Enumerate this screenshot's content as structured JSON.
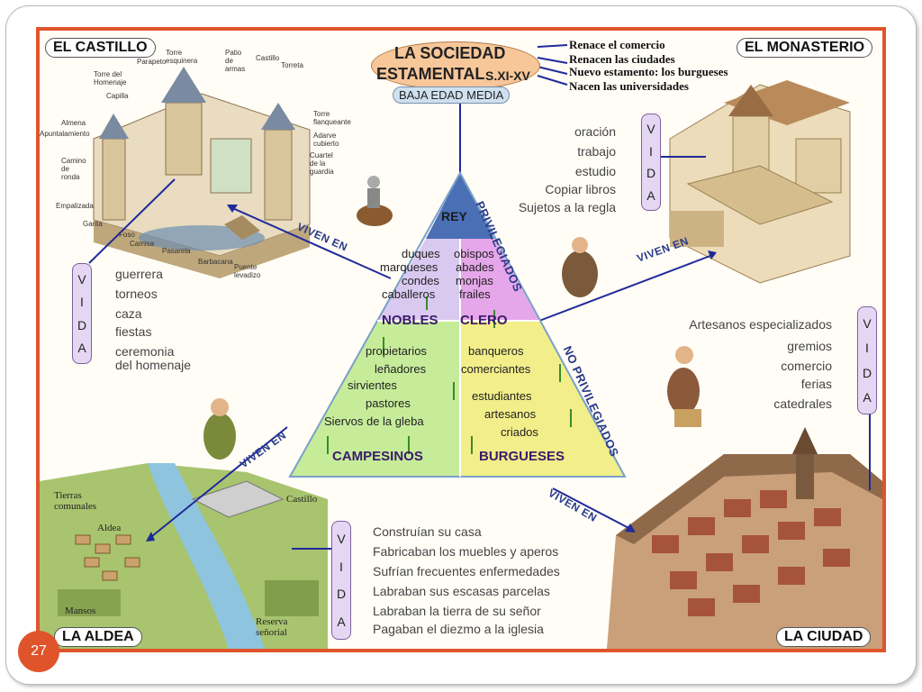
{
  "page_number": "27",
  "title": {
    "line1": "LA SOCIEDAD",
    "line2": "ESTAMENTAL",
    "period": "S.XI-XV",
    "subtitle": "BAJA EDAD MEDIA"
  },
  "features": [
    "Renace el comercio",
    "Renacen las ciudades",
    "Nuevo estamento: los burgueses",
    "Nacen las universidades"
  ],
  "places": {
    "castle": "EL CASTILLO",
    "monastery": "EL MONASTERIO",
    "village": "LA ALDEA",
    "city": "LA CIUDAD"
  },
  "castle_parts": [
    "Torre esquinera",
    "Patio de armas",
    "Castillo",
    "Parapeto",
    "Torreta",
    "Torre del Homenaje",
    "Capilla",
    "Almena",
    "Apuntalamiento",
    "Torre flanqueante",
    "Adarve cubierto",
    "Cuartel de la guardia",
    "Camino de ronda",
    "Empalizada",
    "Garita",
    "Foso",
    "Camisa",
    "Pasarela",
    "Barbacana",
    "Puente levadizo"
  ],
  "village_labels": [
    "Tierras comunales",
    "Castillo",
    "Aldea",
    "Mansos",
    "Reserva señorial"
  ],
  "vida_letters": [
    "V",
    "I",
    "D",
    "A"
  ],
  "vida": {
    "castle": [
      "guerrera",
      "torneos",
      "caza",
      "fiestas",
      "ceremonia",
      "del homenaje"
    ],
    "monastery": [
      "oración",
      "trabajo",
      "estudio",
      "Copiar libros",
      "Sujetos a la regla"
    ],
    "city": [
      "Artesanos especializados",
      "gremios",
      "comercio",
      "ferias",
      "catedrales"
    ],
    "village": [
      "Construían su casa",
      "Fabricaban los muebles y aperos",
      "Sufrían frecuentes enfermedades",
      "Labraban sus escasas parcelas",
      "Labraban la tierra de su señor",
      "Pagaban el diezmo a la iglesia"
    ]
  },
  "viven_en": "VIVEN EN",
  "pyramid": {
    "rey": "REY",
    "privilegiados": "PRIVILEGIADOS",
    "no_privilegiados": "NO PRIVILEGIADOS",
    "nobles_label": "NOBLES",
    "nobles": [
      "duques",
      "marqueses",
      "condes",
      "caballeros"
    ],
    "clero_label": "CLERO",
    "clero": [
      "obispos",
      "abades",
      "monjas",
      "frailes"
    ],
    "campesinos_label": "CAMPESINOS",
    "campesinos": [
      "propietarios",
      "leñadores",
      "sirvientes",
      "pastores",
      "Siervos de la gleba"
    ],
    "burgueses_label": "BURGUESES",
    "burgueses": [
      "banqueros",
      "comerciantes",
      "estudiantes",
      "artesanos",
      "criados"
    ]
  },
  "colors": {
    "frame": "#e0542b",
    "pyramid_top": "#4a6fb5",
    "nobles": "#d9c9f0",
    "clero": "#e6a6ea",
    "campesinos": "#c6ec9a",
    "burgueses": "#f2ee8a",
    "arrows": "#1f2a9a"
  }
}
